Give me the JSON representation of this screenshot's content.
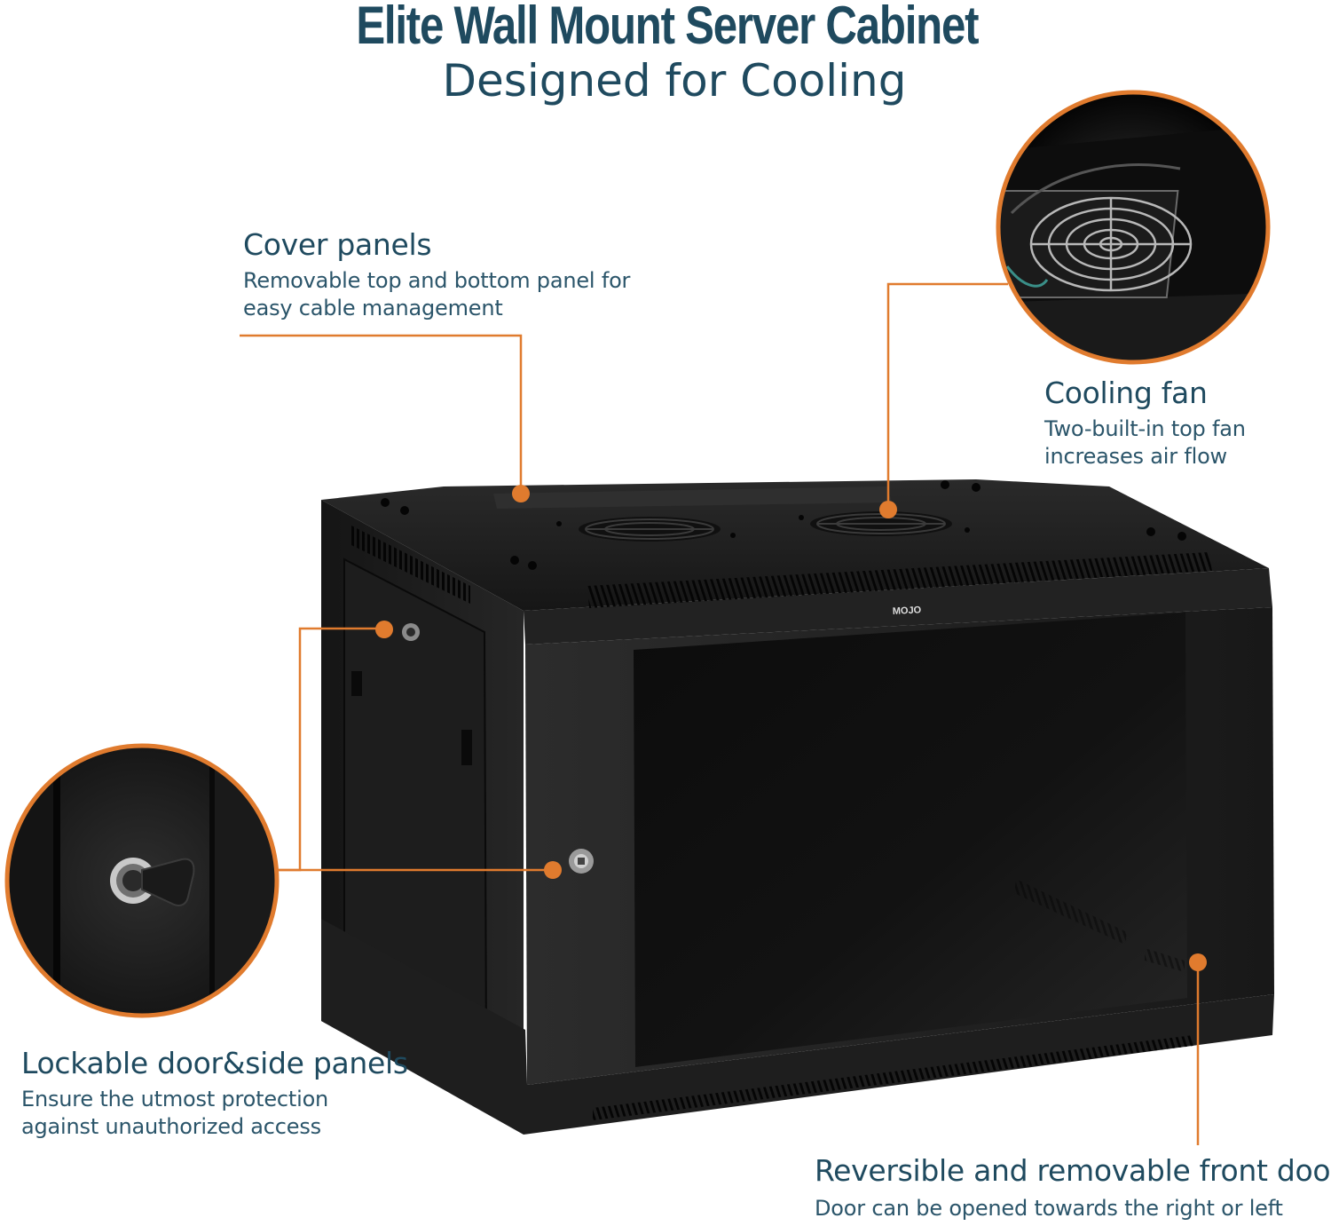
{
  "header": {
    "title": "Elite Wall Mount Server Cabinet",
    "subtitle": "Designed for Cooling"
  },
  "callouts": {
    "cover_panels": {
      "title": "Cover panels",
      "description_line1": "Removable top and bottom panel for",
      "description_line2": "easy cable management"
    },
    "cooling_fan": {
      "title": "Cooling fan",
      "description_line1": "Two-built-in top fan",
      "description_line2": "increases air flow"
    },
    "lockable": {
      "title": "Lockable door&side panels",
      "description_line1": "Ensure the utmost protection",
      "description_line2": "against unauthorized access"
    },
    "front_door": {
      "title": "Reversible and removable front door",
      "description_line1": "Door can be opened towards the right or left"
    }
  },
  "product": {
    "brand_logo": "MOJO"
  },
  "colors": {
    "accent": "#e07b2e",
    "heading": "#1f4a5f",
    "cabinet": "#1c1c1c"
  }
}
